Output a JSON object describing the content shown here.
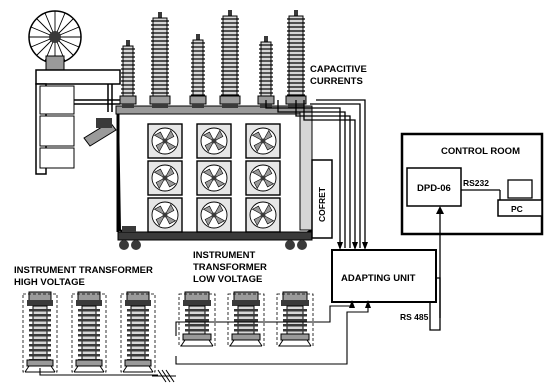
{
  "labels": {
    "capacitive_line1": "CAPACITIVE",
    "capacitive_line2": "CURRENTS",
    "control_room": "CONTROL ROOM",
    "dpd": "DPD-06",
    "rs232": "RS232",
    "pc": "PC",
    "cofret": "COFRET",
    "adapting_unit": "ADAPTING UNIT",
    "rs485": "RS 485",
    "it_high_line1": "INSTRUMENT TRANSFORMER",
    "it_high_line2": "HIGH VOLTAGE",
    "it_low_line1": "INSTRUMENT",
    "it_low_line2": "TRANSFORMER",
    "it_low_line3": "LOW  VOLTAGE"
  },
  "colors": {
    "line": "#000000",
    "fill_light": "#d6d6d6",
    "fill_mid": "#9a9a9a",
    "fill_dark": "#3a3a3a",
    "fan_fill": "#e6e6e6"
  }
}
